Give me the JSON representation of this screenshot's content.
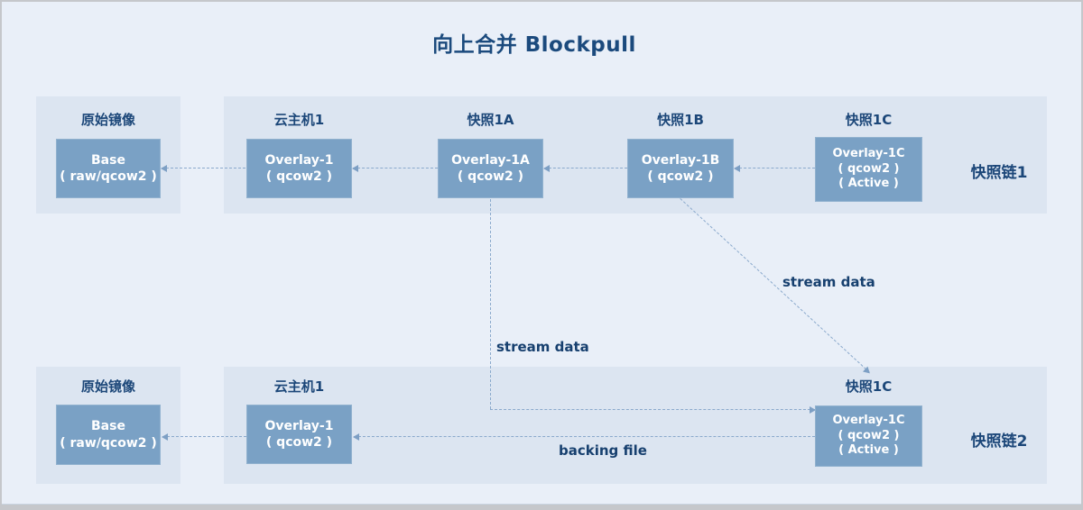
{
  "title": "向上合并 Blockpull",
  "colors": {
    "page_bg": "#e9eff8",
    "panel_bg": "#dce5f1",
    "node_fill": "#7aa1c5",
    "node_text": "#ffffff",
    "label_text": "#1c4779",
    "line": "#8aa9cc"
  },
  "top": {
    "base_panel": {
      "label": "原始镜像",
      "node": {
        "lines": [
          "Base",
          "( raw/qcow2 )"
        ]
      }
    },
    "main": {
      "chain_label": "快照链1",
      "items": [
        {
          "label": "云主机1",
          "lines": [
            "Overlay-1",
            "( qcow2 )"
          ]
        },
        {
          "label": "快照1A",
          "lines": [
            "Overlay-1A",
            "( qcow2 )"
          ]
        },
        {
          "label": "快照1B",
          "lines": [
            "Overlay-1B",
            "( qcow2 )"
          ]
        },
        {
          "label": "快照1C",
          "lines": [
            "Overlay-1C",
            "( qcow2 )",
            "( Active )"
          ]
        }
      ]
    }
  },
  "bottom": {
    "base_panel": {
      "label": "原始镜像",
      "node": {
        "lines": [
          "Base",
          "( raw/qcow2 )"
        ]
      }
    },
    "main": {
      "chain_label": "快照链2",
      "items": [
        {
          "label": "云主机1",
          "lines": [
            "Overlay-1",
            "( qcow2 )"
          ]
        },
        {
          "label": "快照1C",
          "lines": [
            "Overlay-1C",
            "( qcow2 )",
            "( Active )"
          ]
        }
      ]
    }
  },
  "annotations": {
    "stream_data_left": "stream data",
    "stream_data_right": "stream data",
    "backing_file": "backing file"
  }
}
